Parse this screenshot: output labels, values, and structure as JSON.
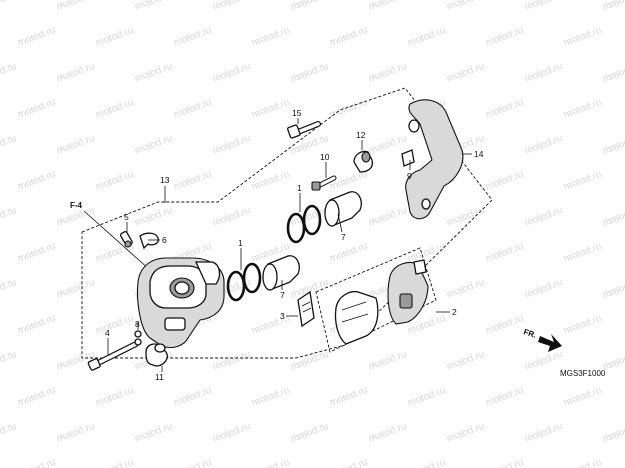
{
  "watermark": "motod.ru",
  "diagram_code": "MGS3F1000",
  "front_marker": "FR.",
  "section_ref": "F-4",
  "callouts": {
    "c1a": "1",
    "c1b": "1",
    "c2": "2",
    "c3": "3",
    "c4": "4",
    "c5": "5",
    "c6": "6",
    "c7a": "7",
    "c7b": "7",
    "c8": "8",
    "c9": "9",
    "c10": "10",
    "c11": "11",
    "c12": "12",
    "c13": "13",
    "c14": "14",
    "c15": "15"
  }
}
